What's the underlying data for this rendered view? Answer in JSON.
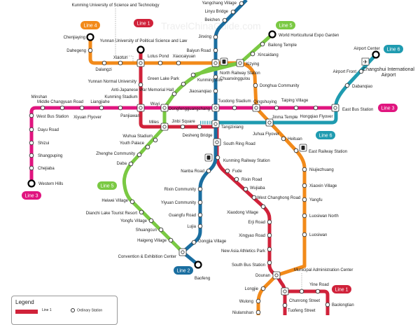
{
  "watermark": "TravelChinaGuide.com",
  "lines": [
    {
      "label": "Line 1",
      "color": "#d0223a"
    },
    {
      "label": "Line 2",
      "color": "#1a6ea0"
    },
    {
      "label": "Line 3",
      "color": "#e0157f"
    },
    {
      "label": "Line 4",
      "color": "#f28a1a"
    },
    {
      "label": "Line 5",
      "color": "#7ac943"
    },
    {
      "label": "Line 6",
      "color": "#1f9bb0"
    }
  ],
  "landmarks": {
    "kust": "Kunming University of Science and Technology",
    "airport": "Changshui International Airport",
    "municipal": "Municipal Administration Center"
  },
  "stations": [
    "Chenjiaying",
    "Dahegeng",
    "Dalangzi",
    "Xiaotun",
    "",
    "Lotus Pond",
    "Xiaocaiyuan",
    "North Railway Station",
    "Xizying",
    "Donghua Community",
    "Qingshuying",
    "Juhua Flyover",
    "Heituan",
    "East Railway Station",
    "Niujiezhuang",
    "Xiaoxin Village",
    "Yangfu",
    "Luosiwan North",
    "Luosiwan",
    "Dounan",
    "Longjie",
    "Wulong",
    "Niulanshan",
    "Yunnan University of Political Science and Law",
    "Yunnan Normal University",
    "Panjiawan",
    "Miles",
    "Jinbi Square",
    "Desheng Bridge",
    "Tangzixiang",
    "South Ring Road",
    "Kunming Railway Station",
    "Fude",
    "Rixin Road",
    "Wujiaba",
    "West Changhong Road",
    "Xiaodong Village",
    "Erji Road",
    "Xingyao Road",
    "New Asia Athletics Park",
    "South Bus Station",
    "Chunrong Street",
    "",
    "Yine Road",
    "Baolongtian",
    "Tuofeng Street",
    "Yangchang Village",
    "Linyu Bridge",
    "Beichen",
    "Jinxing",
    "Baiyun Road",
    "Chuanxinggulou",
    "Jiaosanqiao",
    "Dongfengguangchang",
    "Nanba Road",
    "Rixin Community",
    "Yiyuan Community",
    "Guangfu Road",
    "Lujia",
    "Gongjia Village",
    "Convention & Exhibition Center",
    "Baofeng",
    "Western Hills",
    "Chejiaba",
    "Shangpuping",
    "Shizui",
    "Dayu Road",
    "West Bus Station",
    "Minshan",
    "Middle Changyuan Road",
    "Xiyuan Flyover",
    "Liangjiahe",
    "Kunming Stadium",
    "Wuyi",
    "Tuodong Stadium",
    "Jinma Temple",
    "Taiping Village",
    "Hongqiao Flyover",
    "East Bus Station",
    "World Horticultural Expo Garden",
    "Bailong Temple",
    "Xincaidang",
    "Kunming Zoo",
    "Green Lake Park",
    "Anti-Japanese War Memorial Hall",
    "Wuhua Stadium",
    "Youth Palace",
    "Zhenghe Community",
    "Daba",
    "Heiwei Village",
    "Dianchi Lake Tourist Resort",
    "Yongfu Village",
    "Shuangcun",
    "Haigeng Village",
    "Airport Center",
    "Airport Front",
    "Dabanqiao"
  ],
  "legend": {
    "title": "Legend",
    "line1": "Line 1",
    "ordinary_station": "Ordinary Station"
  }
}
